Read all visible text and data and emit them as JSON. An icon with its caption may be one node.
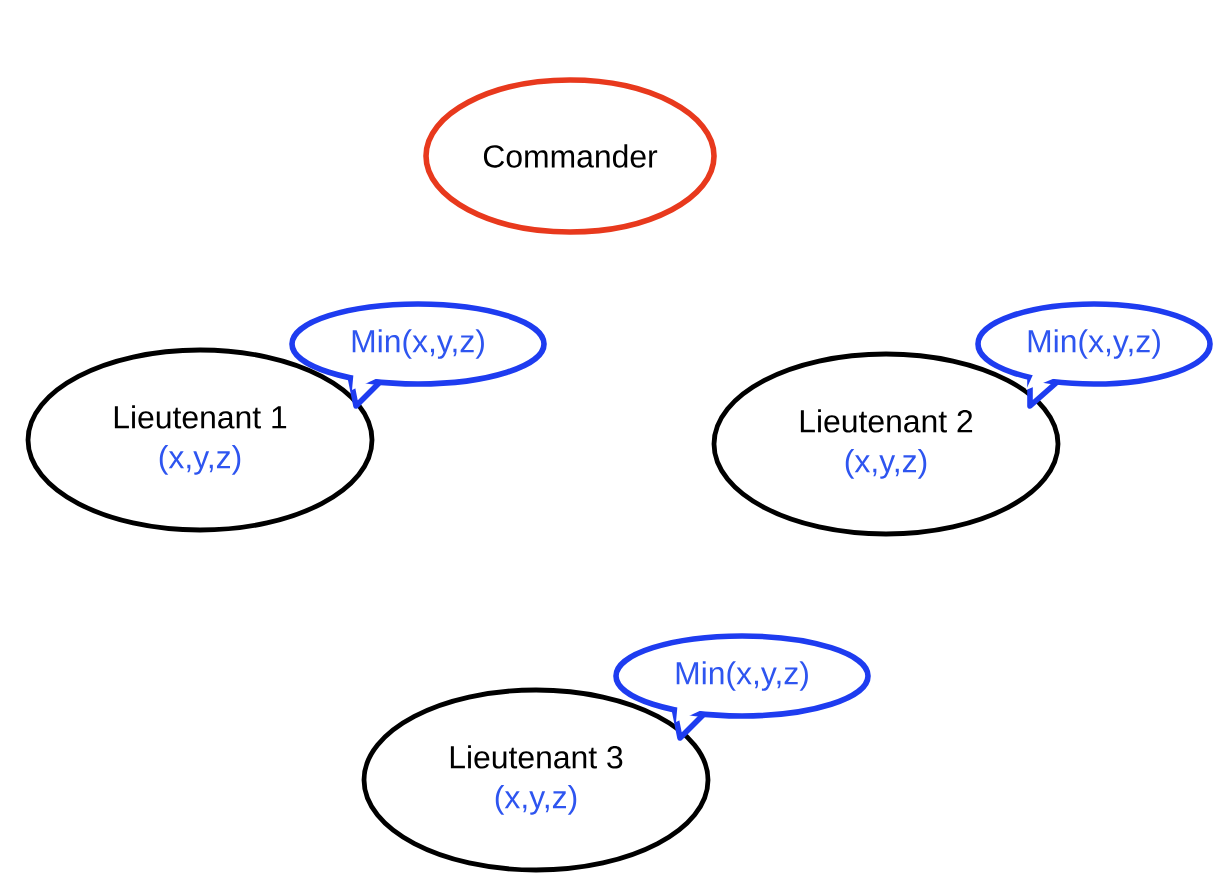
{
  "diagram": {
    "nodes": [
      {
        "text": [
          "Commander"
        ]
      },
      {
        "text": [
          "Lieutenant 1",
          "(x,y,z)"
        ]
      },
      {
        "text": [
          "Min(x,y,z)"
        ]
      },
      {
        "text": [
          "Lieutenant 2",
          "(x,y,z)"
        ]
      },
      {
        "text": [
          "Min(x,y,z)"
        ]
      },
      {
        "text": [
          "Lieutenant 3",
          "(x,y,z)"
        ]
      },
      {
        "text": [
          "Min(x,y,z)"
        ]
      }
    ]
  }
}
